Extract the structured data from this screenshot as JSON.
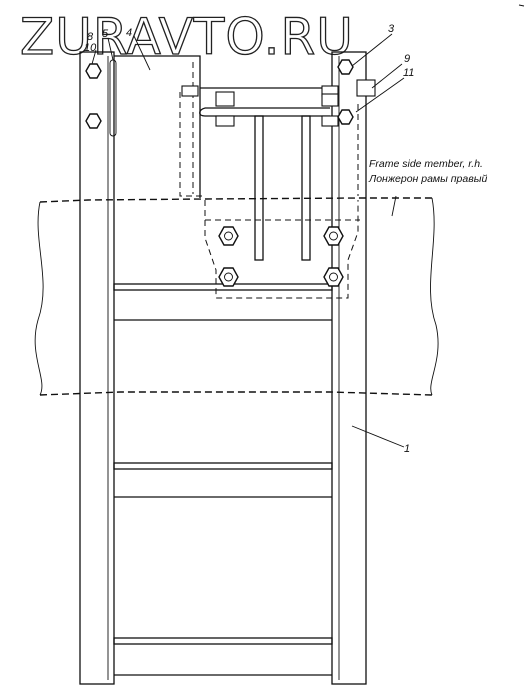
{
  "watermark": "ZURAVTO.RU",
  "callouts": {
    "n1": "1",
    "n3": "3",
    "n4": "4",
    "n5": "5",
    "n8": "8",
    "n9": "9",
    "n10": "10",
    "n11": "11"
  },
  "caption": {
    "en": "Frame side member, r.h.",
    "ru": "Лонжерон рамы правый"
  }
}
